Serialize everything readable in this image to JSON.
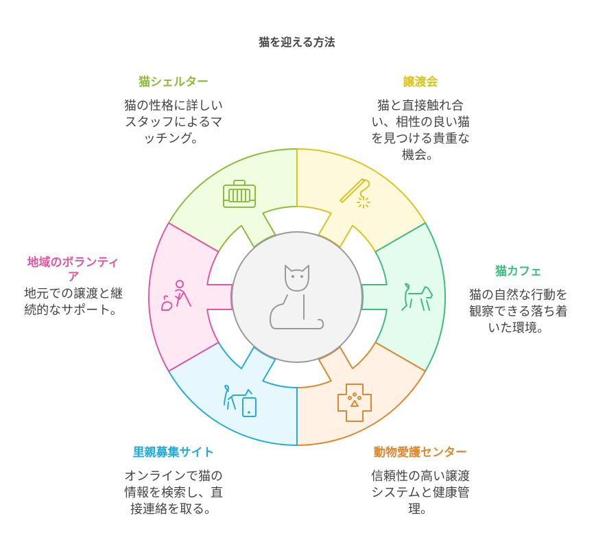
{
  "title": "猫を迎える方法",
  "center_icon": "cat-icon",
  "center_colors": {
    "fill": "#f3f3f3",
    "stroke": "#9a9a9a"
  },
  "segments": [
    {
      "id": "shelter",
      "title": "猫シェルター",
      "description": [
        "猫の性格に詳しい",
        "スタッフによるマ",
        "ッチング。"
      ],
      "icon": "pet-carrier-icon",
      "stroke": "#8dbb3a",
      "fill": "#f1fde0"
    },
    {
      "id": "adoption-event",
      "title": "譲渡会",
      "description": [
        "猫と直接触れ合",
        "い、相性の良い猫",
        "を見つける貴重な",
        "機会。"
      ],
      "icon": "cat-toy-wand-icon",
      "stroke": "#dcc31c",
      "fill": "#fff9dc"
    },
    {
      "id": "cat-cafe",
      "title": "猫カフェ",
      "description": [
        "猫の自然な行動を",
        "観察できる落ち着",
        "いた環境。"
      ],
      "icon": "cat-walking-icon",
      "stroke": "#3dbd7d",
      "fill": "#e3fcee"
    },
    {
      "id": "animal-center",
      "title": "動物愛護センター",
      "description": [
        "信頼性の高い譲渡",
        "システムと健康管",
        "理。"
      ],
      "icon": "paw-medical-cross-icon",
      "stroke": "#e0862f",
      "fill": "#fff1e3"
    },
    {
      "id": "foster-site",
      "title": "里親募集サイト",
      "description": [
        "オンラインで猫の",
        "情報を検索し、直",
        "接連絡を取る。"
      ],
      "icon": "cat-smartphone-icon",
      "stroke": "#22abdd",
      "fill": "#e6f7fd"
    },
    {
      "id": "volunteers",
      "title": "地域のボランティア",
      "title_lines": [
        "地域のボランティ",
        "ア"
      ],
      "description": [
        "地元での譲渡と継",
        "続的なサポート。"
      ],
      "icon": "volunteer-with-dog-icon",
      "stroke": "#e056a0",
      "fill": "#fde8f4"
    }
  ]
}
